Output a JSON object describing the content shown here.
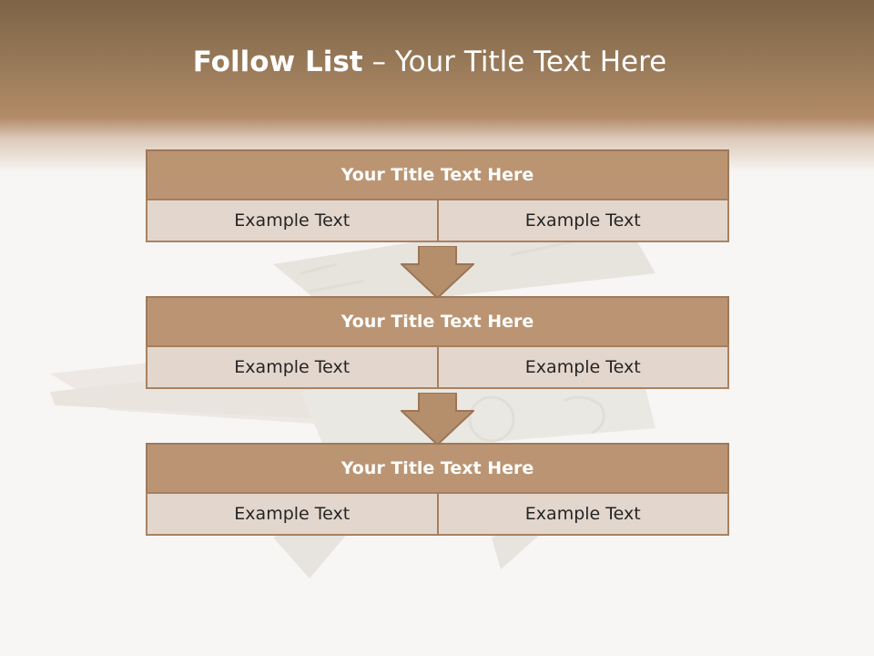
{
  "slide": {
    "title_bold": "Follow List",
    "title_rest": " – Your Title Text Here"
  },
  "blocks": [
    {
      "title": "Your Title Text Here",
      "left": "Example Text",
      "right": "Example Text"
    },
    {
      "title": "Your Title Text Here",
      "left": "Example Text",
      "right": "Example Text"
    },
    {
      "title": "Your Title Text Here",
      "left": "Example Text",
      "right": "Example Text"
    }
  ],
  "colors": {
    "header": "#9a7b5a",
    "block_title_fill": "#b9926e",
    "cell_fill": "#e3d6cc",
    "border": "#9b7555"
  }
}
